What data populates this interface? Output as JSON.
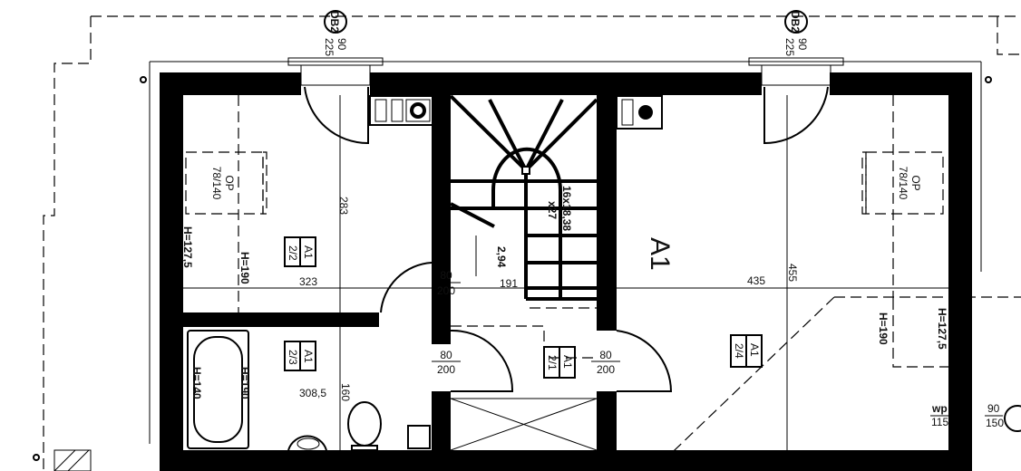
{
  "plan": {
    "window_top_left": {
      "code": "DB2",
      "width": "90",
      "height": "225"
    },
    "window_top_right": {
      "code": "DB2",
      "width": "90",
      "height": "225"
    },
    "skylight_left": {
      "code": "OP",
      "size": "78/140"
    },
    "skylight_right": {
      "code": "OP",
      "size": "78/140"
    },
    "apartment_label": "A1",
    "rooms": [
      {
        "apt": "A1",
        "num": "2/1"
      },
      {
        "apt": "A1",
        "num": "2/2"
      },
      {
        "apt": "A1",
        "num": "2/3"
      },
      {
        "apt": "A1",
        "num": "2/4"
      }
    ],
    "doors": [
      {
        "width": "80",
        "height": "200"
      },
      {
        "width": "80",
        "height": "200"
      },
      {
        "width": "80",
        "height": "200"
      }
    ],
    "heights": {
      "h_127_5": "H=127,5",
      "h_190": "H=190",
      "h_140": "H=140"
    },
    "dimensions": {
      "d283": "283",
      "d323": "323",
      "d191": "191",
      "d435": "435",
      "d455": "455",
      "d308_5": "308,5",
      "d160": "160"
    },
    "stairs": {
      "steps": "16x18,38",
      "tread": "x27",
      "level": "2,94"
    },
    "window_right": {
      "top": "wp",
      "bottom": "115"
    },
    "window_right2": {
      "top": "90",
      "bottom": "150"
    }
  }
}
